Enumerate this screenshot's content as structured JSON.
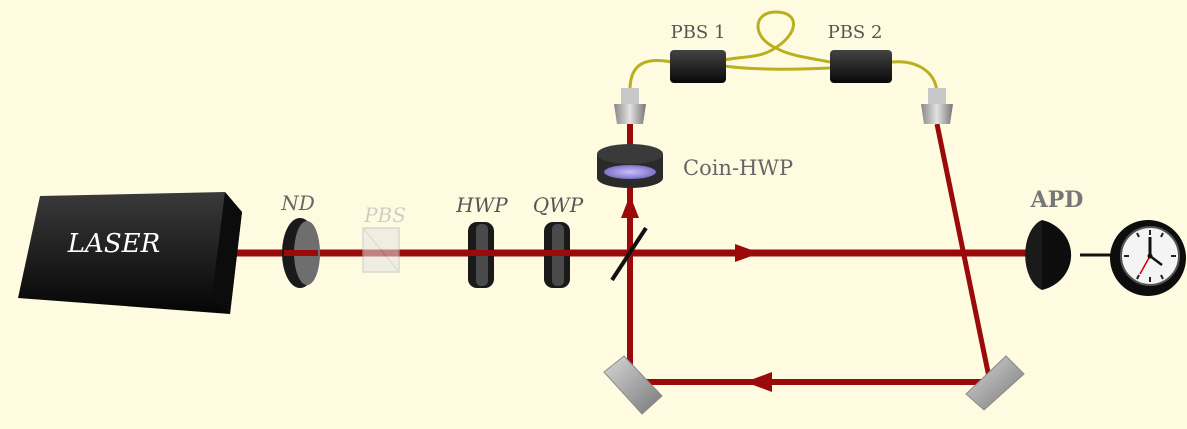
{
  "labels": {
    "laser": "LASER",
    "nd": "ND",
    "pbs": "PBS",
    "hwp": "HWP",
    "qwp": "QWP",
    "coin_hwp": "Coin-HWP",
    "pbs1": "PBS 1",
    "pbs2": "PBS 2",
    "apd": "APD"
  },
  "colors": {
    "background": "#fffbe0",
    "beam": "#9a0a0a",
    "fiber": "#b8b020",
    "component_dark": "#1a1a1a",
    "mirror_gray": "#a8a8a8",
    "coin_hwp_violet": "#8a7fd0"
  },
  "icons": {
    "clock": "clock-icon",
    "detector": "apd-detector-icon"
  }
}
